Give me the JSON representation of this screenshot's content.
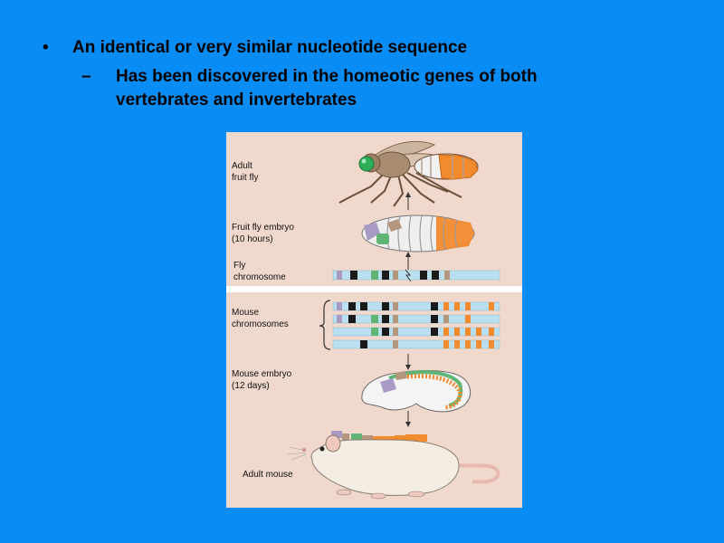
{
  "bullets": [
    {
      "marker": "•",
      "text": "An identical  or very similar  nucleotide  sequence"
    },
    {
      "marker": "–",
      "text": "Has been discovered in the homeotic  genes of both vertebrates and invertebrates"
    }
  ],
  "figure": {
    "labels": {
      "adult_fly": "Adult\nfruit fly",
      "fly_embryo": "Fruit  fly embryo\n(10 hours)",
      "fly_chromosome": "Fly\nchromosome",
      "mouse_chromosomes": "Mouse\nchromosomes",
      "mouse_embryo": "Mouse embryo\n(12 days)",
      "adult_mouse": "Adult mouse"
    },
    "colors": {
      "background": "#0a8cf5",
      "panel": "#f0d8cc",
      "chromosome": "#b9dff0",
      "purple": "#a89ac4",
      "black": "#1a1a1a",
      "green": "#5fb575",
      "tan": "#b3967e",
      "orange": "#f28a2e"
    }
  }
}
